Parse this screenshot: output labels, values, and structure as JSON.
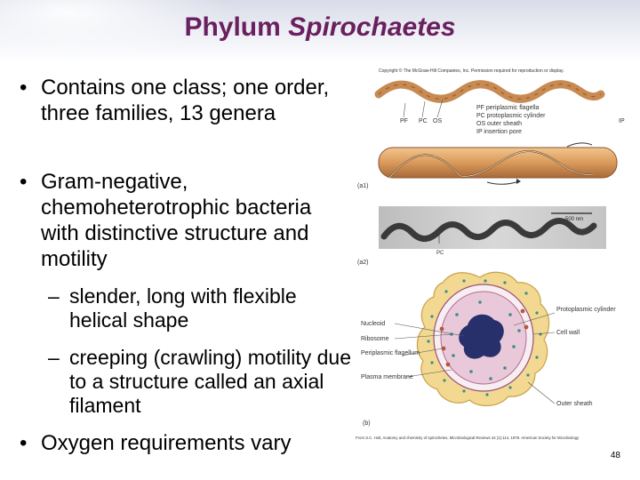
{
  "slide": {
    "title_prefix": "Phylum ",
    "title_italic": "Spirochaetes",
    "bullets": [
      "Contains one class; one order, three families, 13 genera",
      "Gram-negative, chemoheterotrophic bacteria with distinctive structure and motility"
    ],
    "sub_bullets": [
      "slender, long with flexible helical shape",
      "creeping (crawling) motility due to a structure called an axial filament"
    ],
    "last_bullet": "Oxygen requirements vary",
    "slide_number": "48"
  },
  "figure": {
    "copyright": "Copyright © The McGraw-Hill Companies, Inc. Permission required for reproduction or display.",
    "a1_labels": {
      "pf": "PF",
      "pc": "PC",
      "os": "OS",
      "ip": "IP"
    },
    "legend": [
      "PF periplasmic flagella",
      "PC protoplasmic cylinder",
      "OS outer sheath",
      "IP insertion pore"
    ],
    "panel_a1": "(a1)",
    "panel_a2": "(a2)",
    "panel_b": "(b)",
    "scale_bar": "500 nm",
    "a2_pc": "PC",
    "b_left_labels": [
      "Nucleoid",
      "Ribosome",
      "Periplasmic flagellum",
      "Plasma membrane"
    ],
    "b_right_labels": [
      "Protoplasmic cylinder",
      "Cell wall",
      "Outer sheath"
    ],
    "citation": "From S.C. Holt, Anatomy and chemistry of spirochetes, Microbiological Reviews 42 (1):114, 1978. American Society for Microbiology",
    "colors": {
      "cell_body": "#d99a5a",
      "outer_sheath": "#f2d890",
      "cytoplasm": "#e9c9d9",
      "nucleoid": "#27306b",
      "ribosome": "#3a8f86",
      "title": "#6a1f5e"
    }
  }
}
